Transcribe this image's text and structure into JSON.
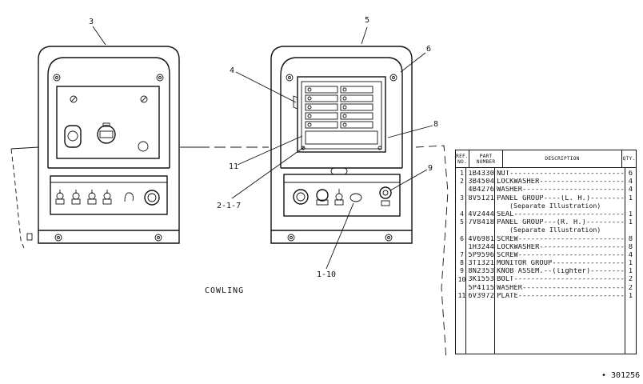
{
  "labels": {
    "callouts": [
      "3",
      "5",
      "6",
      "4",
      "8",
      "9",
      "11",
      "2-1-7",
      "1-10"
    ],
    "cowling": "COWLING",
    "figure_ref": "• 301256"
  },
  "parts": {
    "headers": {
      "ref": "REF.\nNO.",
      "part": "PART\nNUMBER",
      "desc": "DESCRIPTION",
      "qty": "QTY."
    },
    "rows": [
      {
        "ref": "1",
        "part": "1B4330",
        "desc": "NUT---------------------------",
        "qty": "6"
      },
      {
        "ref": "2",
        "part": "3B4504",
        "desc": "LOCKWASHER--------------------",
        "qty": "4"
      },
      {
        "ref": "",
        "part": "4B4276",
        "desc": "WASHER------------------------",
        "qty": "4"
      },
      {
        "ref": "3",
        "part": "8V5121",
        "desc": "PANEL GROUP----(L. H.)--------",
        "qty": "1"
      },
      {
        "ref": "",
        "part": "",
        "desc": "(Separate Illustration)",
        "qty": "",
        "note": true
      },
      {
        "ref": "4",
        "part": "4V2444",
        "desc": "SEAL--------------------------",
        "qty": "1"
      },
      {
        "ref": "5",
        "part": "7V8418",
        "desc": "PANEL GROUP---(R. H.)---------",
        "qty": "1"
      },
      {
        "ref": "",
        "part": "",
        "desc": "(Separate Illustration)",
        "qty": "",
        "note": true
      },
      {
        "ref": "6",
        "part": "4V6981",
        "desc": "SCREW-------------------------",
        "qty": "8"
      },
      {
        "ref": "",
        "part": "1H3244",
        "desc": "LOCKWASHER--------------------",
        "qty": "8"
      },
      {
        "ref": "7",
        "part": "5P9596",
        "desc": "SCREW-------------------------",
        "qty": "4"
      },
      {
        "ref": "8",
        "part": "3T1321",
        "desc": "MONITOR GROUP-----------------",
        "qty": "1"
      },
      {
        "ref": "9",
        "part": "8N2353",
        "desc": "KNOB ASSEM.--(lighter)--------",
        "qty": "1"
      },
      {
        "ref": "10",
        "part": "3K1553",
        "desc": "BOLT--------------------------",
        "qty": "2"
      },
      {
        "ref": "",
        "part": "5P4115",
        "desc": "WASHER------------------------",
        "qty": "2"
      },
      {
        "ref": "11",
        "part": "6V3972",
        "desc": "PLATE-------------------------",
        "qty": "1"
      }
    ]
  }
}
